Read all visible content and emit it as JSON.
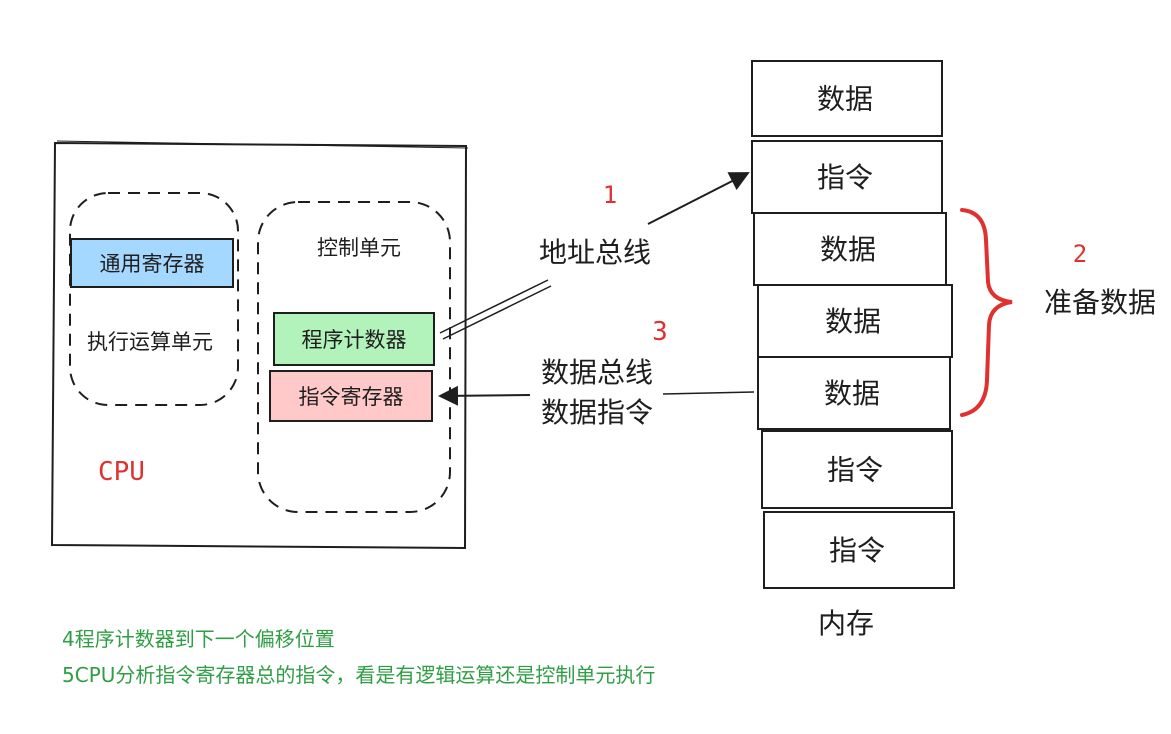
{
  "cpu": {
    "label": "CPU",
    "alu": {
      "register_label": "通用寄存器",
      "label": "执行运算单元"
    },
    "control_unit": {
      "label": "控制单元",
      "program_counter": "程序计数器",
      "instruction_register": "指令寄存器"
    }
  },
  "buses": {
    "address_bus": "地址总线",
    "data_bus_line1": "数据总线",
    "data_bus_line2": "数据指令"
  },
  "steps": {
    "step1": "1",
    "step2": "2",
    "step3": "3"
  },
  "memory": {
    "label": "内存",
    "cells": [
      "数据",
      "指令",
      "数据",
      "数据",
      "数据",
      "指令",
      "指令"
    ],
    "prepare_label": "准备数据"
  },
  "notes": {
    "line4": "4程序计数器到下一个偏移位置",
    "line5": "5CPU分析指令寄存器总的指令，看是有逻辑运算还是控制单元执行"
  },
  "colors": {
    "stroke": "#1e1e1e",
    "register_blue": "#a5d8ff",
    "counter_green": "#b2f2bb",
    "instruction_red": "#ffc9c9",
    "annotation_red": "#e03131",
    "note_green": "#2f9e44"
  }
}
